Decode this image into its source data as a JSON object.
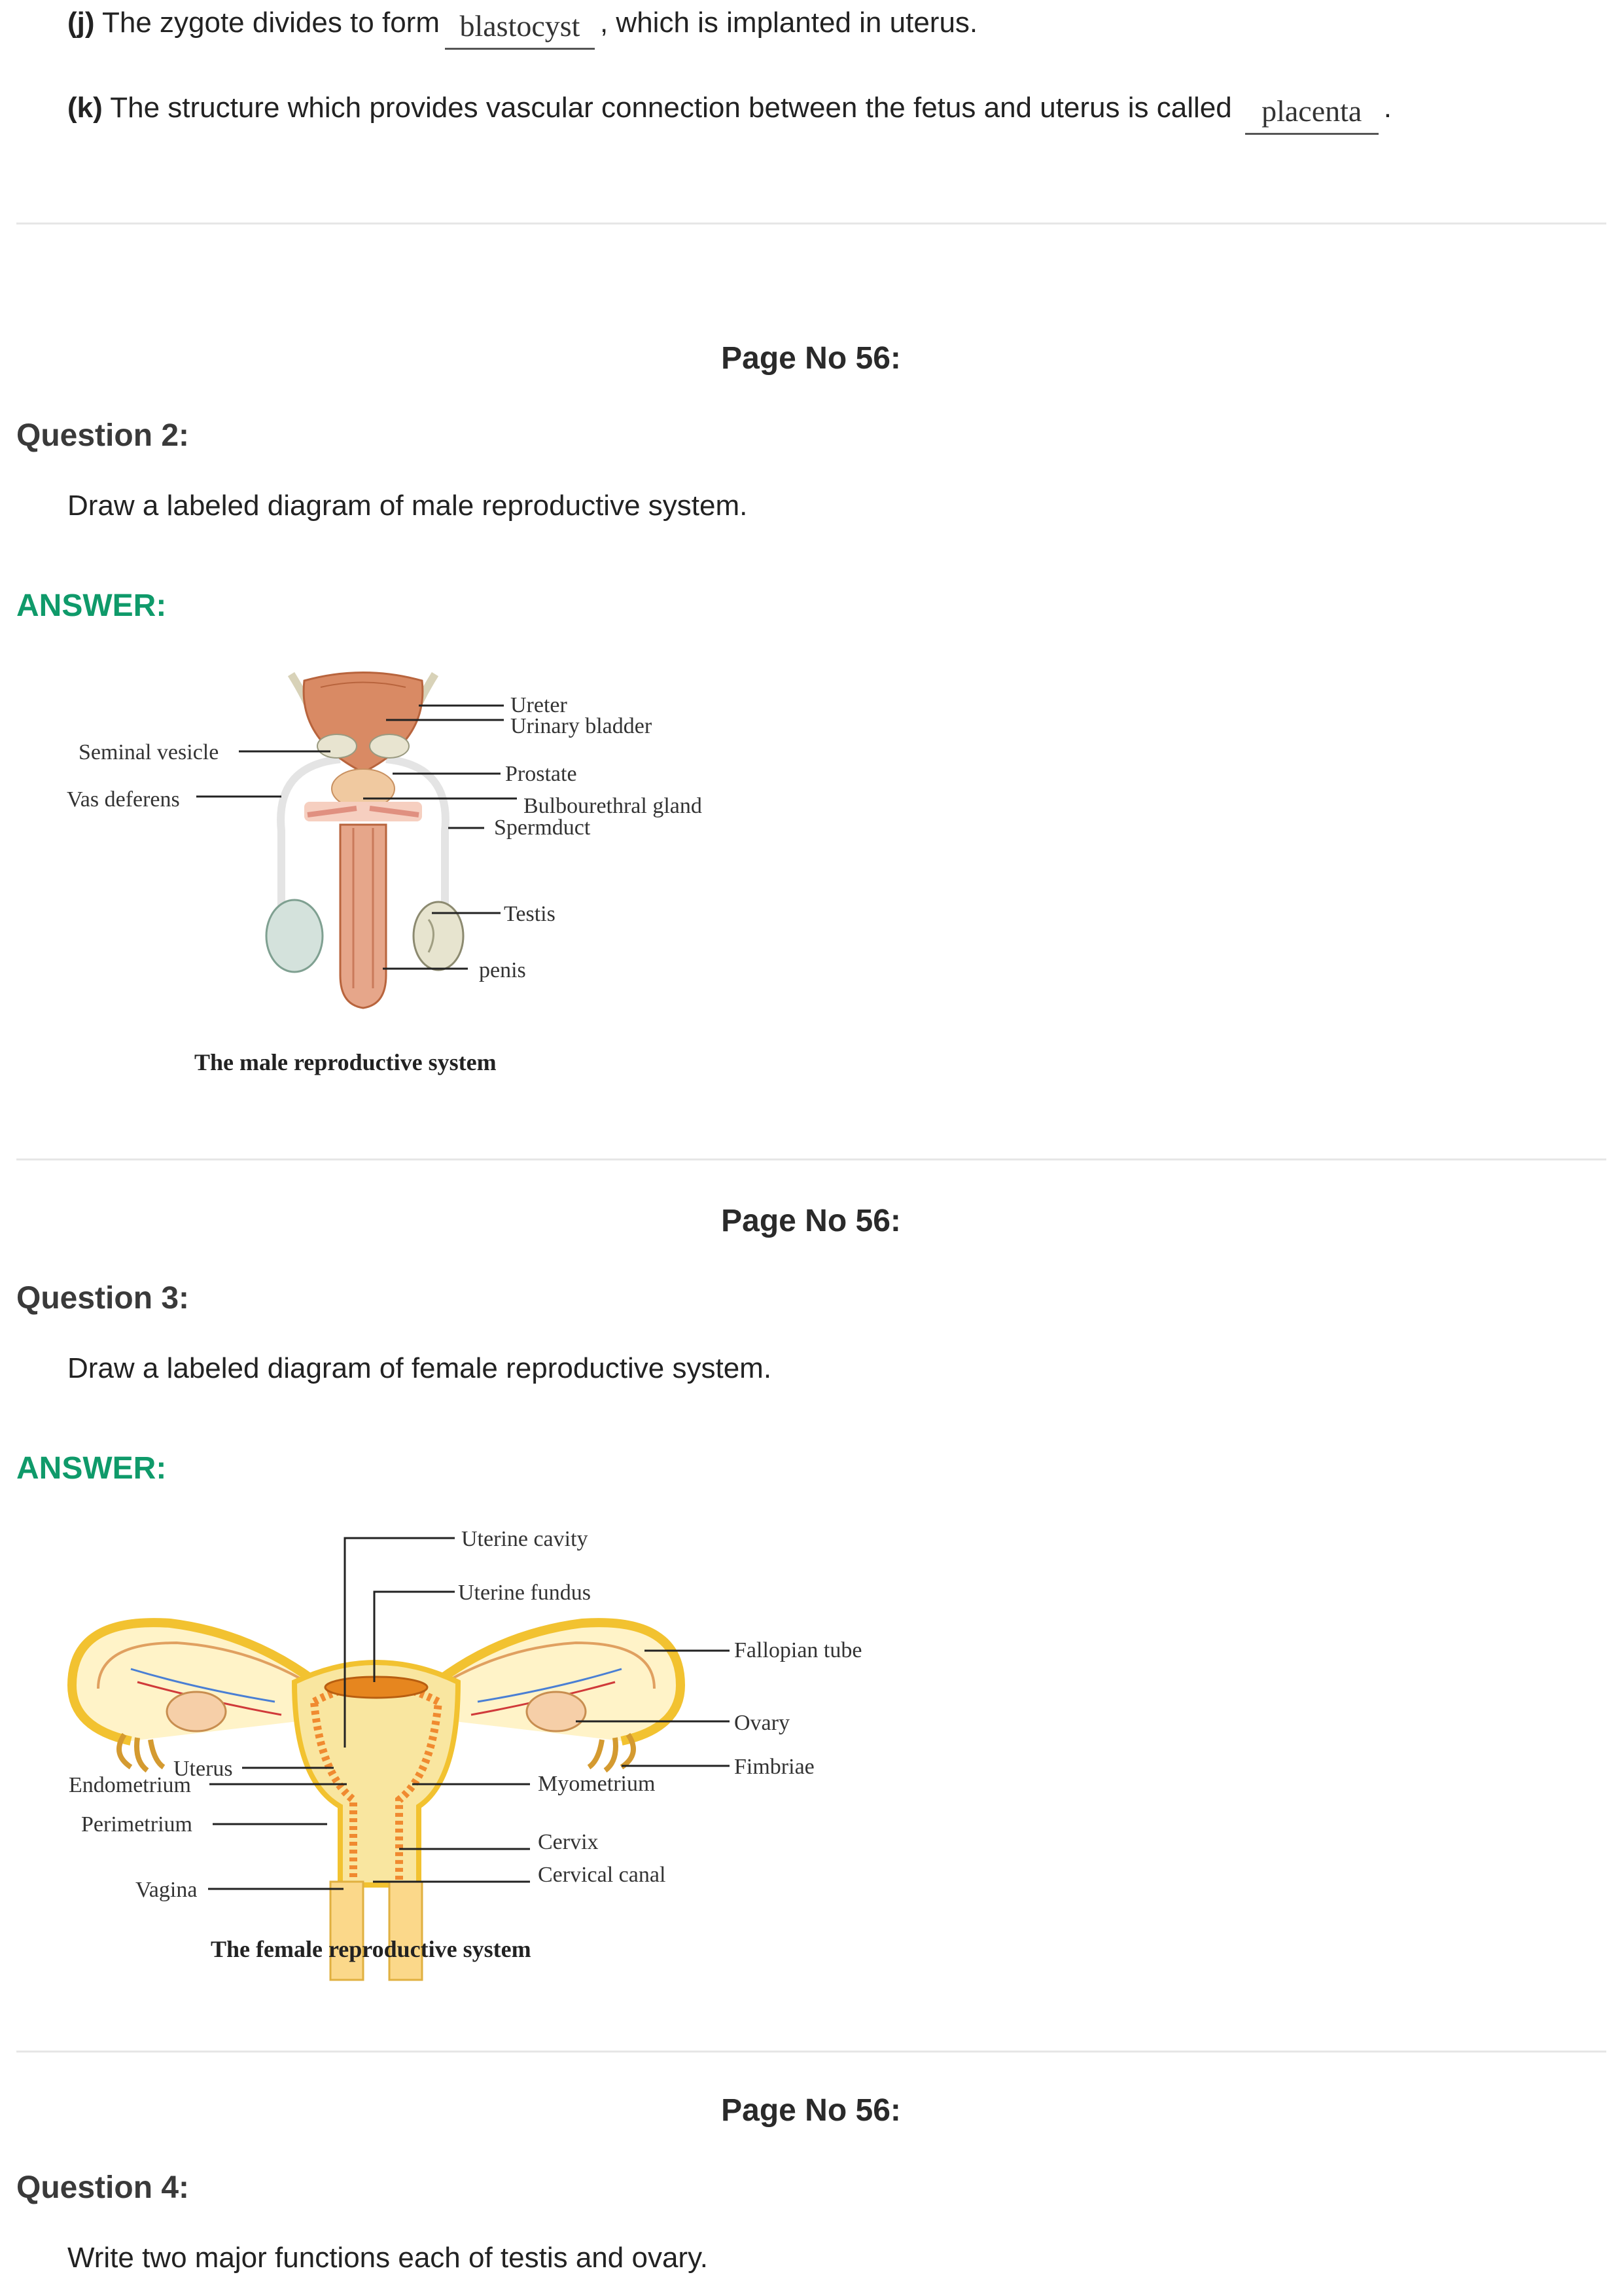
{
  "q1": {
    "j": {
      "label": "(j)",
      "before": "The zygote divides to form",
      "blank": "blastocyst",
      "after": ", which is implanted in uterus."
    },
    "k": {
      "label": "(k)",
      "before": "The structure which provides vascular connection between the fetus and uterus is called",
      "blank": "placenta",
      "after": "."
    }
  },
  "sections": [
    {
      "page_no": "Page No 56:",
      "question": "Question 2:",
      "text": "Draw a labeled diagram of male reproductive system.",
      "answer": "ANSWER:"
    },
    {
      "page_no": "Page No 56:",
      "question": "Question 3:",
      "text": "Draw a labeled diagram of female reproductive system.",
      "answer": "ANSWER:"
    },
    {
      "page_no": "Page No 56:",
      "question": "Question 4:",
      "text": "Write two major functions each of testis and ovary."
    }
  ],
  "male_diagram": {
    "caption": "The male reproductive system",
    "labels": {
      "ureter": "Ureter",
      "urinary_bladder": "Urinary bladder",
      "seminal_vesicle": "Seminal vesicle",
      "vas_deferens": "Vas deferens",
      "prostate": "Prostate",
      "bulbourethral_gland": "Bulbourethral gland",
      "spermduct": "Spermduct",
      "testis": "Testis",
      "penis": "penis"
    }
  },
  "female_diagram": {
    "caption": "The female reproductive system",
    "labels": {
      "uterine_cavity": "Uterine cavity",
      "uterine_fundus": "Uterine fundus",
      "fallopian_tube": "Fallopian tube",
      "ovary": "Ovary",
      "fimbriae": "Fimbriae",
      "uterus": "Uterus",
      "endometrium": "Endometrium",
      "myometrium": "Myometrium",
      "perimetrium": "Perimetrium",
      "cervix": "Cervix",
      "cervical_canal": "Cervical canal",
      "vagina": "Vagina"
    }
  }
}
